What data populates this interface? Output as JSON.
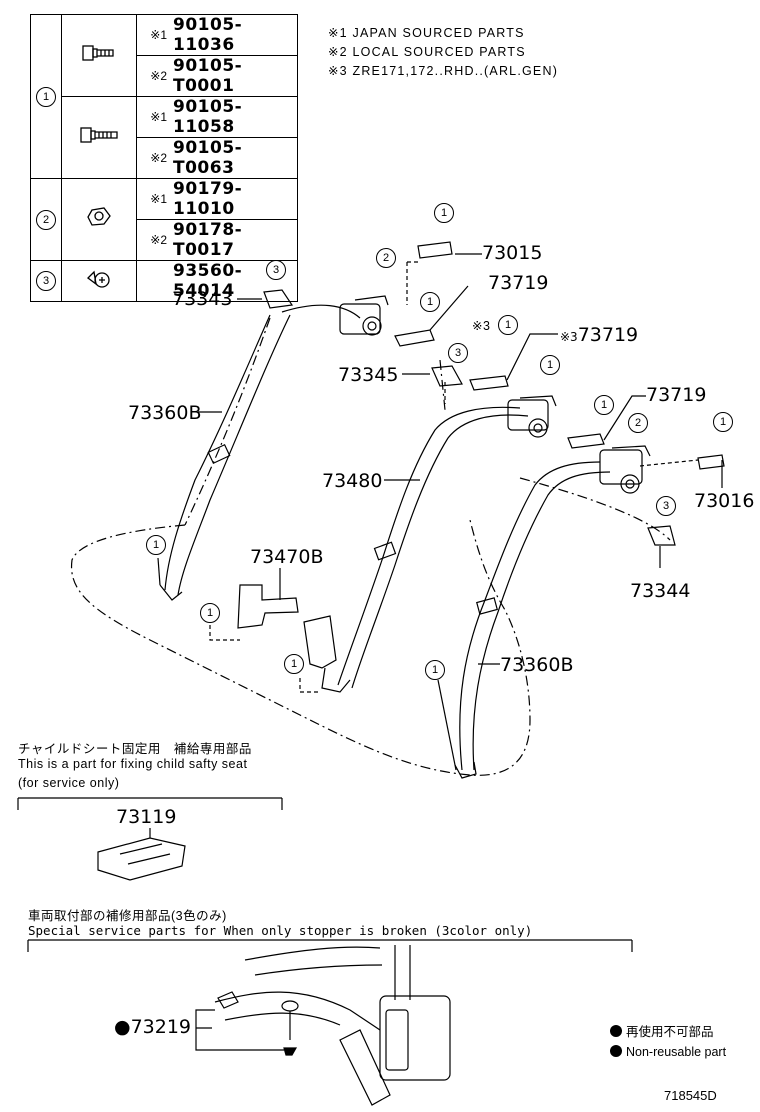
{
  "parts_table": [
    {
      "ref": "1",
      "icon": "flange-bolt-icon",
      "rows": [
        {
          "mark": "※1",
          "part": "90105-11036"
        },
        {
          "mark": "※2",
          "part": "90105-T0001"
        },
        {
          "mark": "※1",
          "part": "90105-11058"
        },
        {
          "mark": "※2",
          "part": "90105-T0063"
        }
      ]
    },
    {
      "ref": "2",
      "icon": "nut-icon",
      "rows": [
        {
          "mark": "※1",
          "part": "90179-11010"
        },
        {
          "mark": "※2",
          "part": "90178-T0017"
        }
      ]
    },
    {
      "ref": "3",
      "icon": "screw-icon",
      "rows": [
        {
          "mark": "",
          "part": "93560-54014"
        }
      ]
    }
  ],
  "notes": [
    "※1 JAPAN SOURCED PARTS",
    "※2 LOCAL SOURCED PARTS",
    "※3 ZRE171,172..RHD..(ARL.GEN)"
  ],
  "labels": {
    "p73015": "73015",
    "p73719a": "73719",
    "p73343": "73343",
    "p73719b_mark": "※3",
    "p73719b": "73719",
    "p73345": "73345",
    "p73719c": "73719",
    "p73360b_l": "73360B",
    "p73016": "73016",
    "p73480": "73480",
    "p73470b": "73470B",
    "p73344": "73344",
    "p73360b_r": "73360B",
    "p73119": "73119",
    "p73219": "●73219",
    "mark3": "※3"
  },
  "child_seat": {
    "jp": "チャイルドシート固定用　補給専用部品",
    "en1": "This is a part for fixing child safty seat",
    "en2": "(for service only)"
  },
  "stopper": {
    "jp": "車両取付部の補修用部品(3色のみ)",
    "en": "Special   service   parts   for   When   only   stopper   is   broken   (3color   only)"
  },
  "legend": {
    "jp": "再使用不可部品",
    "en": "Non-reusable part"
  },
  "catalog_id": "718545D",
  "callouts": {
    "c1": "1",
    "c2": "2",
    "c3": "3"
  }
}
